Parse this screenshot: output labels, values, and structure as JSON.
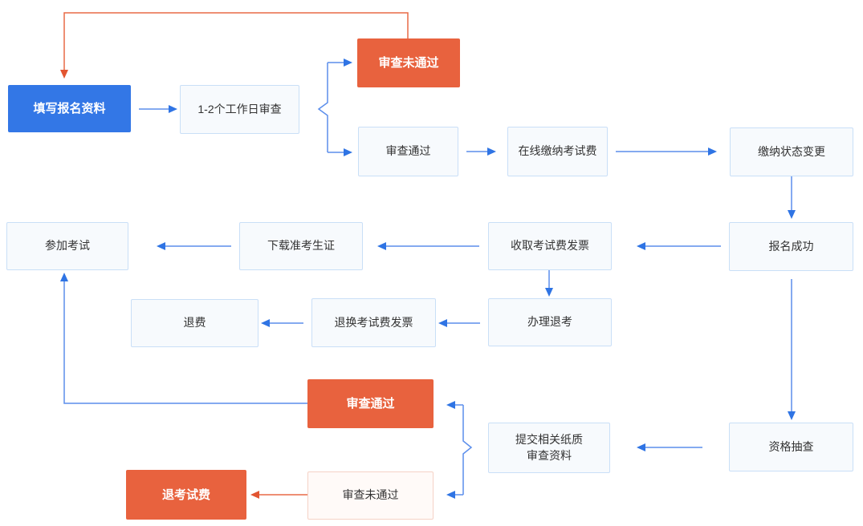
{
  "flowchart": {
    "type": "flowchart",
    "description": "Exam registration process flow",
    "colors": {
      "blue": "#3377e6",
      "orange": "#e8623e",
      "light-bg": "#f7fafd",
      "light-border": "#c9dff7",
      "lightred-bg": "#fffaf8",
      "lightred-border": "#f5d2c6",
      "text": "#333333",
      "line-blue": "#5b8eec",
      "head-blue": "#2f74e4",
      "line-red": "#e96a47",
      "head-red": "#e25531",
      "canvas-bg": "#ffffff"
    },
    "nodes": {
      "fill_info": {
        "label": "填写报名资料"
      },
      "review_wait": {
        "label": "1-2个工作日审查"
      },
      "review_fail_top": {
        "label": "审查未通过"
      },
      "review_pass_top": {
        "label": "审查通过"
      },
      "pay_online": {
        "label": "在线缴纳考试费"
      },
      "pay_status": {
        "label": "缴纳状态变更"
      },
      "register_success": {
        "label": "报名成功"
      },
      "receive_invoice": {
        "label": "收取考试费发票"
      },
      "download_ticket": {
        "label": "下载准考生证"
      },
      "attend_exam": {
        "label": "参加考试"
      },
      "withdraw": {
        "label": "办理退考"
      },
      "return_invoice": {
        "label": "退换考试费发票"
      },
      "refund": {
        "label": "退费"
      },
      "qualification_check": {
        "label": "资格抽查"
      },
      "submit_papers": {
        "label": "提交相关纸质\n审查资料"
      },
      "review_pass_bottom": {
        "label": "审查通过"
      },
      "review_fail_bottom": {
        "label": "审查未通过"
      },
      "refund_fee": {
        "label": "退考试费"
      }
    },
    "edges": [
      {
        "from": "fill_info",
        "to": "review_wait",
        "color": "blue"
      },
      {
        "from": "review_wait",
        "to": "review_fail_top",
        "color": "blue"
      },
      {
        "from": "review_wait",
        "to": "review_pass_top",
        "color": "blue"
      },
      {
        "from": "review_fail_top",
        "to": "fill_info",
        "color": "red"
      },
      {
        "from": "review_pass_top",
        "to": "pay_online",
        "color": "blue"
      },
      {
        "from": "pay_online",
        "to": "pay_status",
        "color": "blue"
      },
      {
        "from": "pay_status",
        "to": "register_success",
        "color": "blue"
      },
      {
        "from": "register_success",
        "to": "receive_invoice",
        "color": "blue"
      },
      {
        "from": "receive_invoice",
        "to": "download_ticket",
        "color": "blue"
      },
      {
        "from": "download_ticket",
        "to": "attend_exam",
        "color": "blue"
      },
      {
        "from": "receive_invoice",
        "to": "withdraw",
        "color": "blue"
      },
      {
        "from": "withdraw",
        "to": "return_invoice",
        "color": "blue"
      },
      {
        "from": "return_invoice",
        "to": "refund",
        "color": "blue"
      },
      {
        "from": "register_success",
        "to": "qualification_check",
        "color": "blue"
      },
      {
        "from": "qualification_check",
        "to": "submit_papers",
        "color": "blue"
      },
      {
        "from": "submit_papers",
        "to": "review_pass_bottom",
        "color": "blue"
      },
      {
        "from": "submit_papers",
        "to": "review_fail_bottom",
        "color": "blue"
      },
      {
        "from": "review_pass_bottom",
        "to": "attend_exam",
        "color": "blue"
      },
      {
        "from": "review_fail_bottom",
        "to": "refund_fee",
        "color": "red"
      }
    ]
  }
}
